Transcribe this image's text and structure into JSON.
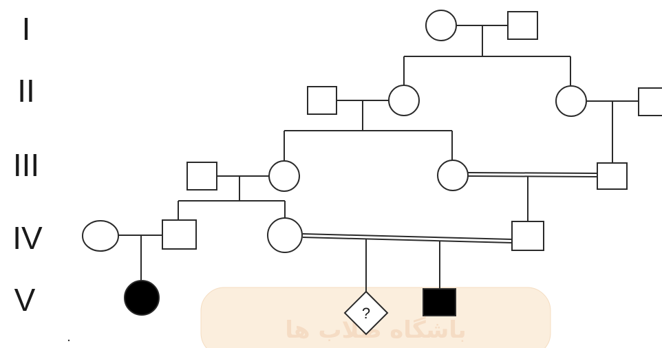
{
  "generations": [
    "I",
    "II",
    "III",
    "IV",
    "V"
  ],
  "unknown_marker": "?",
  "watermark": "باشگاه طلاب ها",
  "individuals": {
    "I-female": {
      "sex": "female",
      "affected": false
    },
    "I-male": {
      "sex": "male",
      "affected": false
    },
    "II-husband": {
      "sex": "male",
      "affected": false
    },
    "II-left-daughter": {
      "sex": "female",
      "affected": false
    },
    "II-right-daughter": {
      "sex": "female",
      "affected": false
    },
    "II-right-husband": {
      "sex": "male",
      "affected": false
    },
    "III-husband": {
      "sex": "male",
      "affected": false
    },
    "III-left-daughter": {
      "sex": "female",
      "affected": false
    },
    "III-right-daughter": {
      "sex": "female",
      "affected": false
    },
    "III-right-cousin-male": {
      "sex": "male",
      "affected": false
    },
    "IV-wife": {
      "sex": "female",
      "affected": false
    },
    "IV-son": {
      "sex": "male",
      "affected": false
    },
    "IV-daughter": {
      "sex": "female",
      "affected": false
    },
    "IV-right-son": {
      "sex": "male",
      "affected": false
    },
    "V-daughter": {
      "sex": "female",
      "affected": true
    },
    "V-unknown": {
      "sex": "unknown",
      "affected": null
    },
    "V-son": {
      "sex": "male",
      "affected": true
    }
  },
  "colors": {
    "line": "#2a2a2a",
    "affected": "#000000",
    "unaffected": "#ffffff",
    "watermark": "#f5dcc4"
  }
}
